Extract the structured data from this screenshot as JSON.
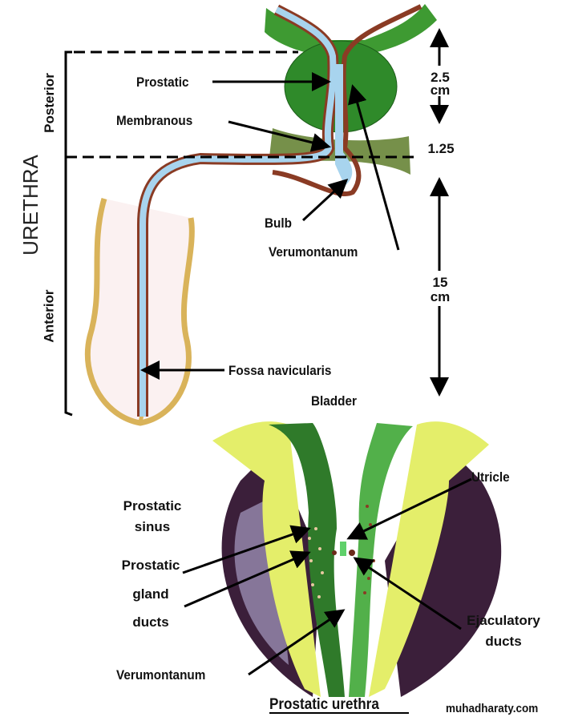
{
  "colors": {
    "prostate": "#2f8a2a",
    "urethra_lumen": "#a8d4ee",
    "urethra_wall": "#8a3b24",
    "penis_outline": "#d9b35a",
    "lobe_dark": "#3b1f3a",
    "lobe_light": "#e4ee6a",
    "arrow": "#000000"
  },
  "top_diagram": {
    "group_label": "URETHRA",
    "sections": [
      "Posterior",
      "Anterior"
    ],
    "labels": {
      "prostatic": "Prostatic",
      "membranous": "Membranous",
      "bulb": "Bulb",
      "verumontanum": "Verumontanum",
      "fossa": "Fossa navicularis",
      "bladder": "Bladder"
    },
    "measurements": {
      "prostatic_len": "2.5",
      "prostatic_unit": "cm",
      "membranous_len": "1.25",
      "anterior_len": "15",
      "anterior_unit": "cm"
    }
  },
  "bottom_diagram": {
    "labels": {
      "utricle": "Utricle",
      "sinus_1": "Prostatic",
      "sinus_2": "sinus",
      "gland_1": "Prostatic",
      "gland_2": "gland",
      "gland_3": "ducts",
      "verumontanum": "Verumontanum",
      "ejac_1": "Ejaculatory",
      "ejac_2": "ducts"
    },
    "caption": "Prostatic urethra"
  },
  "watermark": "muhadharaty.com"
}
